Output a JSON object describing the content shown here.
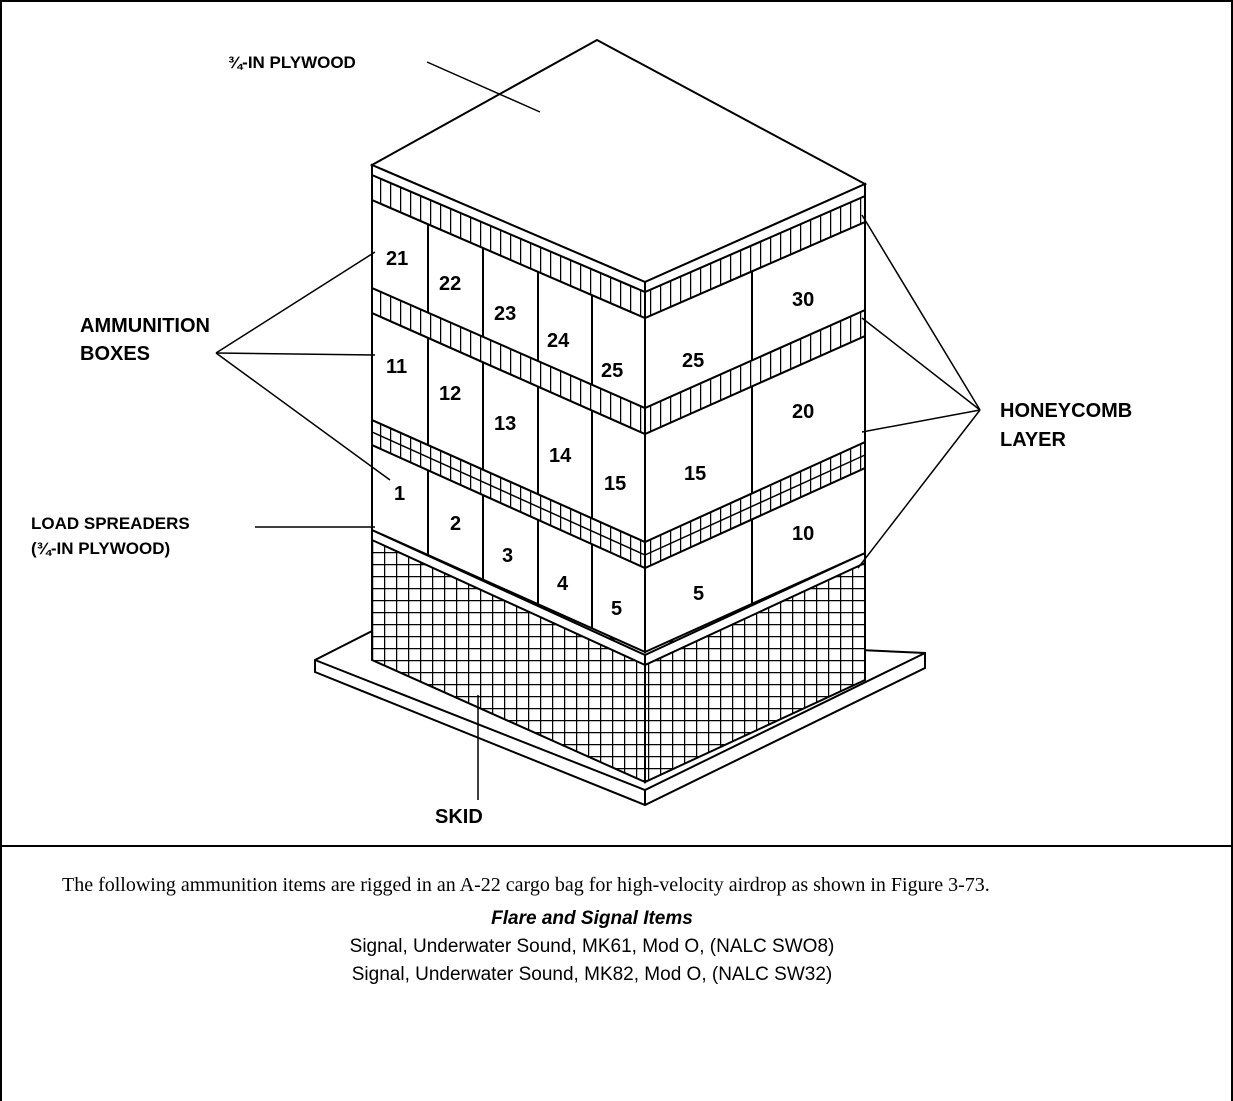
{
  "diagram": {
    "labels": {
      "top_plywood": "¾-IN PLYWOOD",
      "ammo_boxes_line1": "AMMUNITION",
      "ammo_boxes_line2": "BOXES",
      "load_spreaders_line1": "LOAD SPREADERS",
      "load_spreaders_line2": "(¾-IN PLYWOOD)",
      "honeycomb_line1": "HONEYCOMB",
      "honeycomb_line2": "LAYER",
      "skid": "SKID"
    },
    "box_numbers": {
      "front_top": [
        "21",
        "22",
        "23",
        "24",
        "25"
      ],
      "side_top": [
        "25",
        "30"
      ],
      "front_middle": [
        "11",
        "12",
        "13",
        "14",
        "15"
      ],
      "side_middle": [
        "15",
        "20"
      ],
      "front_bottom": [
        "1",
        "2",
        "3",
        "4",
        "5"
      ],
      "side_bottom": [
        "5",
        "10"
      ]
    }
  },
  "text": {
    "intro": "The following ammunition items are rigged in an A-22 cargo bag for high-velocity airdrop as shown in Figure 3-73.",
    "heading": "Flare and Signal Items",
    "items": [
      "Signal, Underwater Sound, MK61, Mod O, (NALC SWO8)",
      "Signal, Underwater Sound, MK82, Mod O, (NALC SW32)"
    ]
  }
}
